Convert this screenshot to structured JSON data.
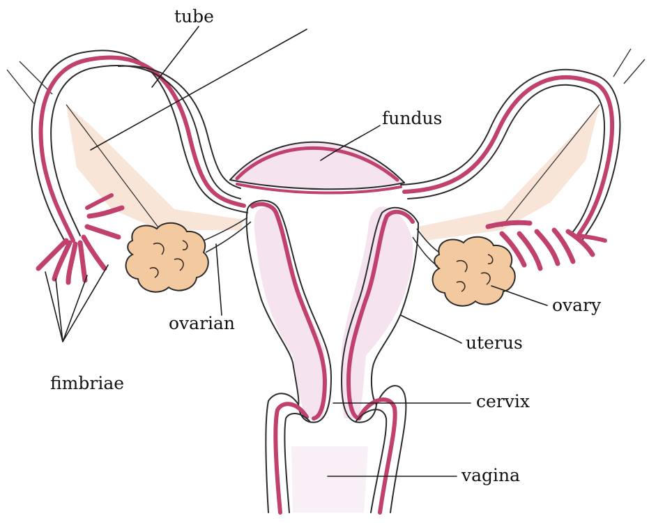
{
  "labels": {
    "tube": "tube",
    "fundus": "fundus",
    "ovarian": "ovarian",
    "fimbriae": "fimbriae",
    "ovary": "ovary",
    "uterus": "uterus",
    "cervix": "cervix",
    "vagina": "vagina"
  },
  "colors": {
    "wall": "#c0406e",
    "wall_light": "#e08aa8",
    "ovary_fill": "#f3c9a0",
    "ligament": "#f6dccb",
    "inner_lumen": "#f5e4f0",
    "line": "#1a1a1a"
  }
}
